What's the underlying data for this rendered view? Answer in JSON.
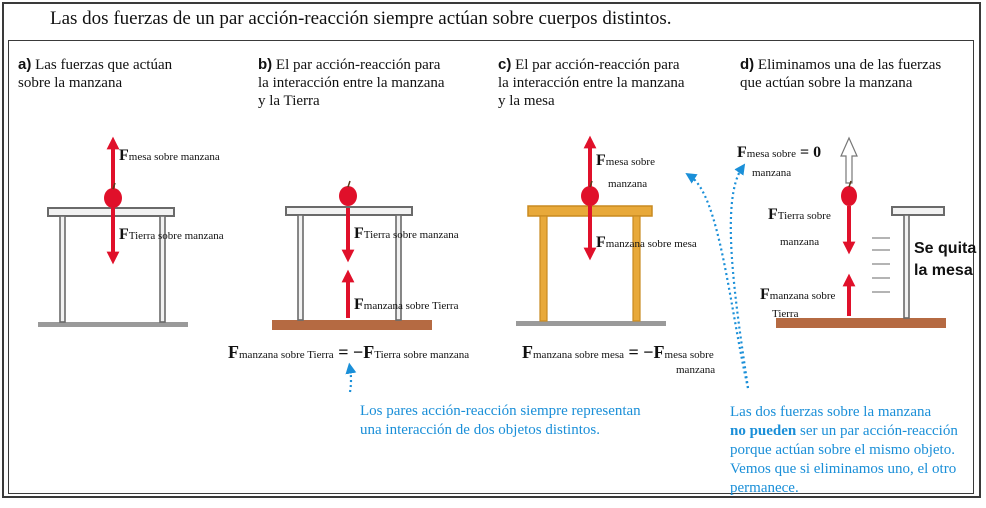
{
  "header": "Las dos fuerzas de un par acción-reacción siempre actúan sobre cuerpos distintos.",
  "panels": {
    "a": {
      "letter": "a)",
      "caption": "Las fuerzas que actúan\nsobre la manzana",
      "force_up": "mesa sobre manzana",
      "force_down": "Tierra sobre manzana"
    },
    "b": {
      "letter": "b)",
      "caption": "El par acción-reacción para\nla interacción entre la manzana\ny la Tierra",
      "force_down": "Tierra sobre manzana",
      "force_up": "manzana sobre Tierra",
      "equation_left": "manzana sobre Tierra",
      "equation_right": "Tierra sobre manzana"
    },
    "c": {
      "letter": "c)",
      "caption": "El par acción-reacción para\nla interacción entre la manzana\ny la mesa",
      "force_up_l1": "mesa sobre",
      "force_up_l2": "manzana",
      "force_down": "manzana sobre mesa",
      "equation_left": "manzana sobre mesa",
      "equation_right_l1": "mesa sobre",
      "equation_right_l2": "manzana"
    },
    "d": {
      "letter": "d)",
      "caption": "Eliminamos una de las fuerzas\nque actúan sobre la manzana",
      "force_zero_l1": "mesa sobre",
      "force_zero_l2": "manzana",
      "zero_value": "= 0",
      "force_down_l1": "Tierra sobre",
      "force_down_l2": "manzana",
      "force_up_l1": "manzana sobre",
      "force_up_l2": "Tierra",
      "removed_label": "Se quita\nla mesa"
    }
  },
  "note_pairs": "Los pares acción-reacción siempre representan\nuna interacción de dos objetos distintos.",
  "note_same": {
    "line1": "Las dos fuerzas sobre la manzana",
    "line2_bold": "no pueden",
    "line2_rest": " ser un par acción-reacción",
    "line3": "porque actúan sobre el mismo objeto.",
    "line4": "Vemos que si eliminamos uno, el otro",
    "line5": "permanece."
  },
  "symbols": {
    "force": "F",
    "equals": "=",
    "minus": "−"
  },
  "colors": {
    "force_arrow": "#e0102a",
    "table_gray": "#6a6a6a",
    "table_orange": "#e8a93a",
    "ground": "#b56a42",
    "note_blue": "#1a8fd8"
  }
}
